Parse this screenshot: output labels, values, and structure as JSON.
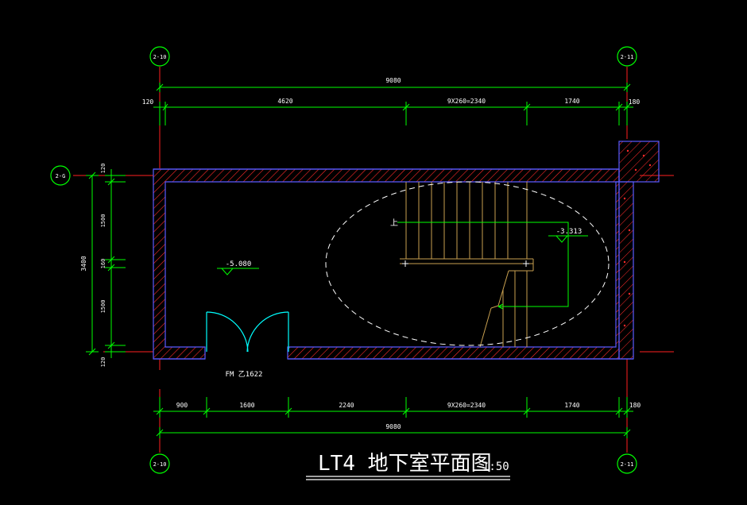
{
  "drawing": {
    "title_main": "LT4 地下室平面图",
    "title_scale": "1:50",
    "axes": {
      "top_left": "2-10",
      "top_right": "2-11",
      "left": "2-G",
      "bottom_left": "2-10",
      "bottom_right": "2-11"
    },
    "dims_top": {
      "overall": "9080",
      "left_offset": "120",
      "seg1": "4620",
      "seg2": "9X260=2340",
      "seg3": "1740",
      "right_offset": "180"
    },
    "dims_bottom": {
      "seg1": "900",
      "seg2": "1600",
      "seg3": "2240",
      "seg4": "9X260=2340",
      "seg5": "1740",
      "right_offset": "180",
      "overall": "9080"
    },
    "dims_left": {
      "overall": "3400",
      "top": "120",
      "seg1": "1500",
      "seg2": "160",
      "seg3": "1500",
      "bottom": "120"
    },
    "level_room": "-5.080",
    "level_landing": "-3.313",
    "stair_up_label": "上",
    "door_label": "FM 乙1622"
  },
  "colors": {
    "background": "#000000",
    "axis": "#00ff00",
    "dimension": "#00ff00",
    "wall_outline": "#5a5aff",
    "hatch": "#ff2a2a",
    "stair": "#c8a050",
    "door": "#00ffff",
    "text": "#ffffff"
  }
}
